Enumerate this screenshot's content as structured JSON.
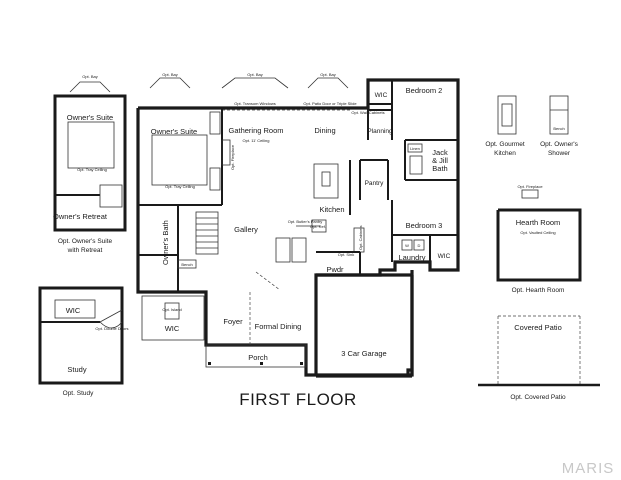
{
  "main_plan": {
    "rooms": {
      "owners_suite": "Owner's Suite",
      "gathering_room": "Gathering Room",
      "dining": "Dining",
      "bedroom_2": "Bedroom 2",
      "wic_top": "WIC",
      "planning": "Planning",
      "jack_jill_bath": "Jack\n& Jill\nBath",
      "pantry": "Pantry",
      "kitchen": "Kitchen",
      "bedroom_3": "Bedroom 3",
      "gallery": "Gallery",
      "owners_bath": "Owner's Bath",
      "bench": "Bench",
      "wic_suite": "WIC",
      "pwdr": "Pwdr",
      "laundry": "Laundry",
      "wic_laundry": "WIC",
      "foyer": "Foyer",
      "formal_dining": "Formal Dining",
      "porch": "Porch",
      "garage": "3 Car Garage"
    },
    "notes": {
      "opt_bay_1": "Opt. Bay",
      "opt_bay_2": "Opt. Bay",
      "opt_bay_3": "Opt. Bay",
      "opt_transom": "Opt. Transom Windows",
      "opt_patio_door": "Opt. Patio Door or Triple Slide",
      "opt_11_ceiling": "Opt. 11' Ceiling",
      "opt_tray_ceiling": "Opt. Tray Ceiling",
      "opt_fireplace": "Opt. Fireplace",
      "opt_wall_cabinets": "Opt. Wall Cabinets",
      "opt_butlers_pantry": "Opt. Butler's Pantry",
      "opt_island": "Opt. Island",
      "opt_ref": "Opt. Ref.",
      "opt_cabinets": "Opt. Cabinets",
      "opt_sink": "Opt. Sink",
      "opt_bench": "Opt. Bench",
      "opt_linen": "Linen",
      "w": "W",
      "d": "D"
    }
  },
  "owners_retreat": {
    "bay": "Opt. Bay",
    "suite": "Owner's Suite",
    "tray": "Opt. Tray Ceiling",
    "retreat": "Owner's Retreat",
    "caption": "Opt. Owner's Suite\nwith Retreat"
  },
  "study": {
    "wic": "WIC",
    "room": "Study",
    "double_doors": "Opt. Double Doors",
    "caption": "Opt. Study"
  },
  "gourmet": {
    "caption": "Opt. Gourmet\nKitchen"
  },
  "shower": {
    "caption": "Opt. Owner's\nShower",
    "bench": "Bench"
  },
  "hearth": {
    "fireplace": "Opt. Fireplace",
    "room": "Hearth Room",
    "vaulted": "Opt. Vaulted Ceiling",
    "caption": "Opt. Hearth Room"
  },
  "patio": {
    "room": "Covered Patio",
    "caption": "Opt. Covered Patio"
  },
  "title": "FIRST FLOOR",
  "watermark": "MARIS"
}
